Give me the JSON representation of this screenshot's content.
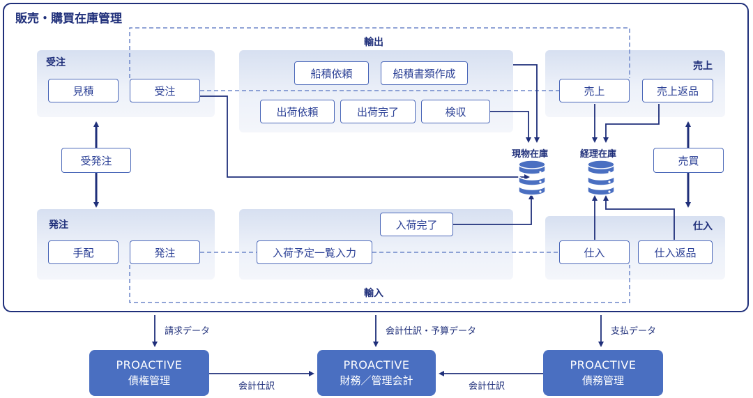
{
  "colors": {
    "navy": "#1f2f7a",
    "box_border": "#4a67b8",
    "proactive": "#4a6fc1",
    "dashed": "#6d86c9"
  },
  "system_title": "販売・購買在庫管理",
  "groups": {
    "order_receive": {
      "label": "受注",
      "items": [
        "見積",
        "受注"
      ]
    },
    "export": {
      "label": "輸出",
      "items": [
        "船積依頼",
        "船積書類作成",
        "出荷依頼",
        "出荷完了",
        "検収"
      ]
    },
    "sales": {
      "label": "売上",
      "items": [
        "売上",
        "売上返品"
      ]
    },
    "order_place": {
      "label": "発注",
      "items": [
        "手配",
        "発注"
      ]
    },
    "import": {
      "label": "輸入",
      "items": [
        "入荷完了",
        "入荷予定一覧入力"
      ]
    },
    "purchase": {
      "label": "仕入",
      "items": [
        "仕入",
        "仕入返品"
      ]
    }
  },
  "connectors": {
    "order_link": "受発注",
    "trade_link": "売買"
  },
  "databases": {
    "physical": "現物在庫",
    "accounting": "経理在庫"
  },
  "flows": {
    "billing_data": "請求データ",
    "accounting_budget_data": "会計仕訳・予算データ",
    "payment_data": "支払データ",
    "journal_left": "会計仕訳",
    "journal_right": "会計仕訳"
  },
  "modules": {
    "receivables": {
      "brand": "PROACTIVE",
      "name": "債権管理"
    },
    "finance": {
      "brand": "PROACTIVE",
      "name": "財務／管理会計"
    },
    "payables": {
      "brand": "PROACTIVE",
      "name": "債務管理"
    }
  }
}
